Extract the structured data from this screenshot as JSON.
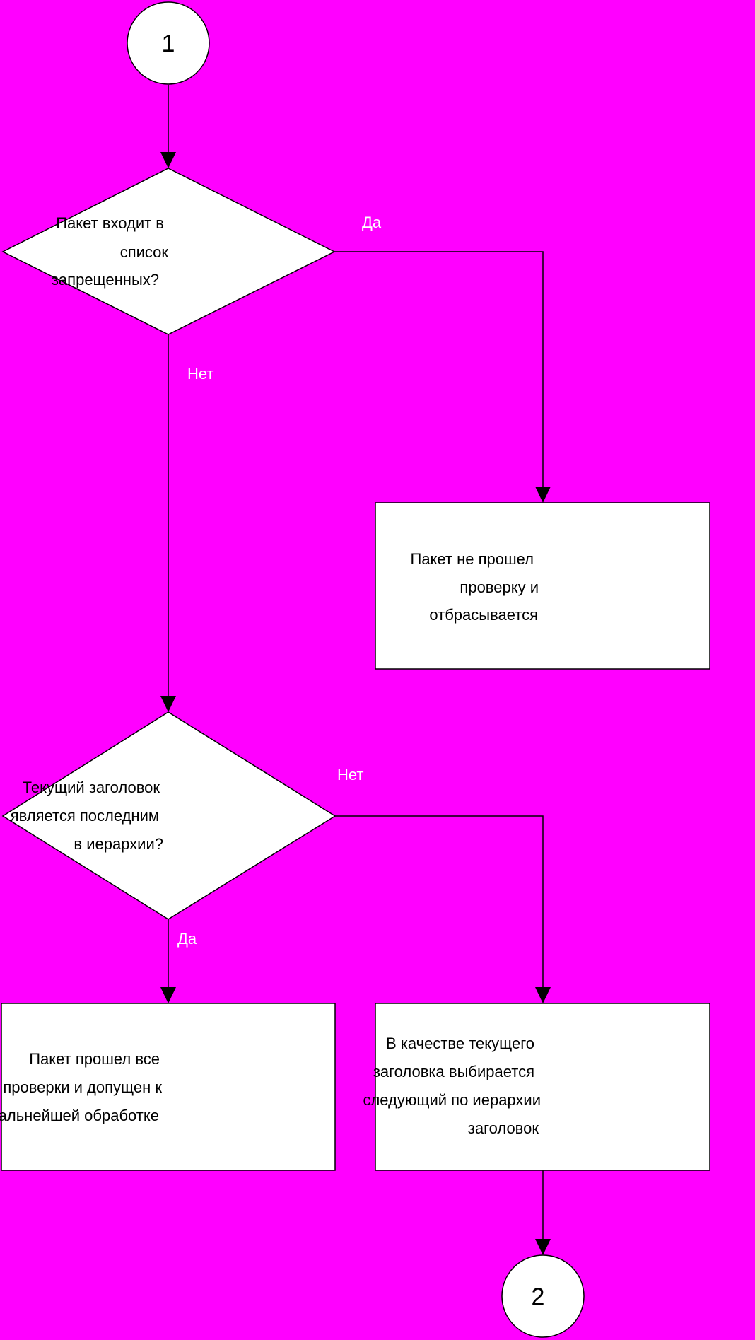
{
  "connectors": {
    "start": "1",
    "end": "2"
  },
  "decisions": {
    "forbidden": {
      "lines": [
        "Пакет входит в",
        "список",
        "запрещенных?"
      ]
    },
    "last_header": {
      "lines": [
        "Текущий заголовок",
        "является последним",
        "в иерархии?"
      ]
    }
  },
  "processes": {
    "rejected": {
      "lines": [
        "Пакет не прошел",
        "проверку и",
        "отбрасывается"
      ]
    },
    "accepted": {
      "lines": [
        "Пакет прошел все",
        "проверки и допущен к",
        "дальнейшей обработке"
      ]
    },
    "next_header": {
      "lines": [
        "В качестве текущего",
        "заголовка выбирается",
        "следующий по иерархии",
        "заголовок"
      ]
    }
  },
  "edge_labels": {
    "yes_1": "Да",
    "no_1": "Нет",
    "no_2": "Нет",
    "yes_2": "Да"
  },
  "colors": {
    "background": "#ff00ff",
    "shape_fill": "#ffffff",
    "stroke": "#000000",
    "edge_label": "#ffffff"
  }
}
